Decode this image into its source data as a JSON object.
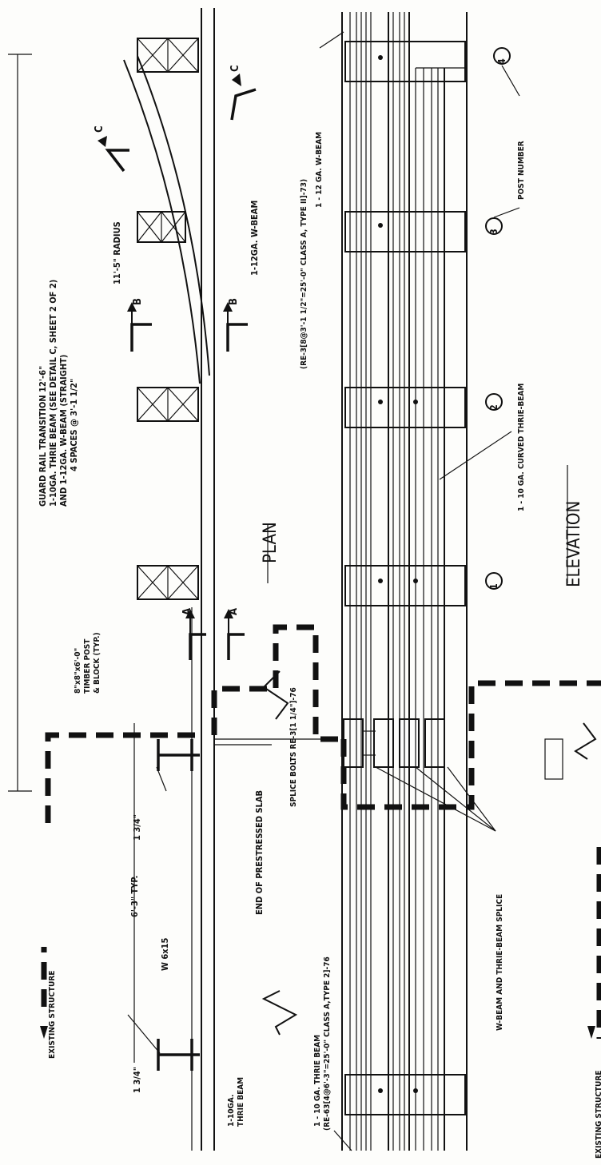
{
  "views": {
    "plan_title": "PLAN",
    "elevation_title": "ELEVATION"
  },
  "plan": {
    "transition_note": [
      "GUARD RAIL TRANSITION 12'-6\"",
      "1-10GA. THRIE BEAM (SEE DETAIL C, SHEET 2 OF 2)",
      "AND 1-12GA. W-BEAM (STRAIGHT)",
      "4 SPACES @ 3'-1 1/2\""
    ],
    "radius_label": "11'-5\" RADIUS",
    "wbeam_label": "1-12GA. W-BEAM",
    "post_label": [
      "8\"x8\"x6'-0\"",
      "TIMBER POST",
      "& BLOCK (TYP.)"
    ],
    "end_slab_label": "END OF PRESTRESSED SLAB",
    "thrie_beam_label": [
      "1-10GA.",
      "THRIE BEAM"
    ],
    "w6_label": "W 6x15",
    "spacing_label": "6'-3\" TYP.",
    "dim_left": "1 3/4\"",
    "dim_right": "1 3/4\"",
    "existing_structure": "EXISTING STRUCTURE",
    "sections": {
      "a": "A",
      "b": "B",
      "c": "C"
    }
  },
  "elevation": {
    "wbeam_callout": [
      "1 - 12 GA. W-BEAM",
      "(RE-3[8@3'-1 1/2\"=25'-0\" CLASS A, TYPE II]-73)"
    ],
    "curved_label": "1 - 10 GA. CURVED THRIE-BEAM",
    "post_number_label": "POST NUMBER",
    "post_numbers": [
      "1",
      "2",
      "3",
      "4"
    ],
    "splice_bolts": "SPLICE BOLTS RE-3[1 1/4\"]-76",
    "thrie_callout": [
      "1 - 10 GA. THRIE BEAM",
      "(RE-63[4@6'-3\"=25'-0\" CLASS A,TYPE 2]-76"
    ],
    "splice_label": "W-BEAM AND THRIE-BEAM SPLICE",
    "existing_structure": "EXISTING STRUCTURE"
  }
}
